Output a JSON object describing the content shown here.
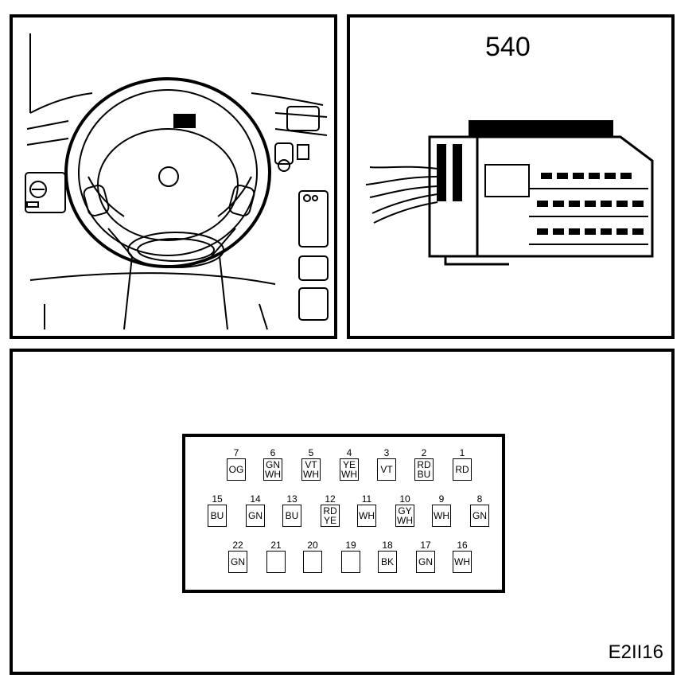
{
  "connector": {
    "number": "540"
  },
  "figure": {
    "code": "E2II16"
  },
  "pins": [
    {
      "num": "7",
      "colors": [
        "OG"
      ]
    },
    {
      "num": "6",
      "colors": [
        "GN",
        "WH"
      ]
    },
    {
      "num": "5",
      "colors": [
        "VT",
        "WH"
      ]
    },
    {
      "num": "4",
      "colors": [
        "YE",
        "WH"
      ]
    },
    {
      "num": "3",
      "colors": [
        "VT"
      ]
    },
    {
      "num": "2",
      "colors": [
        "RD",
        "BU"
      ]
    },
    {
      "num": "1",
      "colors": [
        "RD"
      ]
    },
    {
      "num": "15",
      "colors": [
        "BU"
      ]
    },
    {
      "num": "14",
      "colors": [
        "GN"
      ]
    },
    {
      "num": "13",
      "colors": [
        "BU"
      ]
    },
    {
      "num": "12",
      "colors": [
        "RD",
        "YE"
      ]
    },
    {
      "num": "11",
      "colors": [
        "WH"
      ]
    },
    {
      "num": "10",
      "colors": [
        "GY",
        "WH"
      ]
    },
    {
      "num": "9",
      "colors": [
        "WH"
      ]
    },
    {
      "num": "8",
      "colors": [
        "GN"
      ]
    },
    {
      "num": "22",
      "colors": [
        "GN"
      ]
    },
    {
      "num": "21",
      "colors": []
    },
    {
      "num": "20",
      "colors": []
    },
    {
      "num": "19",
      "colors": []
    },
    {
      "num": "18",
      "colors": [
        "BK"
      ]
    },
    {
      "num": "17",
      "colors": [
        "GN"
      ]
    },
    {
      "num": "16",
      "colors": [
        "WH"
      ]
    }
  ]
}
